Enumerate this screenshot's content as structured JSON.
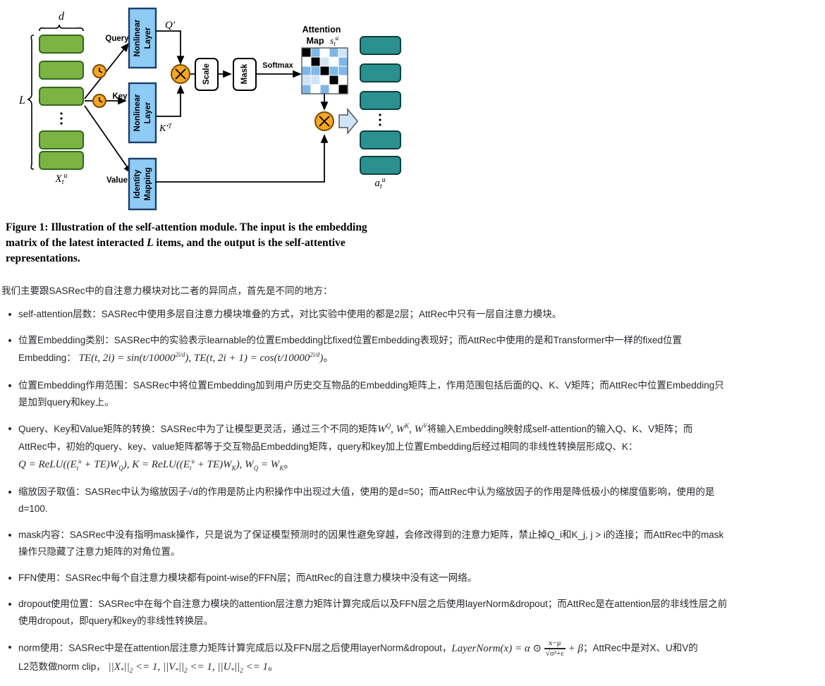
{
  "figure": {
    "alt_title": "self-attention module diagram",
    "input_label": "X_t^u",
    "dim_label": "d",
    "seq_label": "L",
    "output_label": "a_t^u",
    "branch_labels": [
      "Query",
      "Key",
      "Value"
    ],
    "blocks": [
      {
        "name": "nonlinear-layer-query",
        "line1": "Nonlinear",
        "line2": "Layer"
      },
      {
        "name": "nonlinear-layer-key",
        "line1": "Nonlinear",
        "line2": "Layer"
      },
      {
        "name": "identity-mapping",
        "line1": "Identity",
        "line2": "Mapping"
      }
    ],
    "q_prime_label": "Q′",
    "k_prime_label": "K′T",
    "scale_label": "Scale",
    "mask_label": "Mask",
    "softmax_label": "Softmax",
    "attention_map_title_line1": "Attention",
    "attention_map_title_line2": "Map",
    "attention_map_symbol": "s_t^u",
    "colors": {
      "input_block": "#7cb342",
      "input_block_stroke": "#33691e",
      "layer_block": "#8ecbf5",
      "layer_block_stroke": "#1b3f6b",
      "output_block": "#2a9090",
      "output_block_stroke": "#10413f",
      "multiply_circle": "#f5a623",
      "multiply_circle_stroke": "#7a4a00",
      "clock_icon": "#f5a623",
      "arrow_fill": "#cfe4f7",
      "cell_dark": "#000000",
      "cell_white": "#ffffff",
      "cell_mid": "#7fb8e8",
      "cell_light": "#cfe4f7"
    },
    "attention_matrix": [
      [
        "dark",
        "mid",
        "white",
        "mid",
        "light"
      ],
      [
        "white",
        "dark",
        "light",
        "white",
        "mid"
      ],
      [
        "mid",
        "mid",
        "dark",
        "mid",
        "mid"
      ],
      [
        "light",
        "light",
        "white",
        "dark",
        "white"
      ],
      [
        "mid",
        "white",
        "mid",
        "white",
        "dark"
      ]
    ]
  },
  "caption": {
    "prefix": "Figure 1:",
    "text_part1": " Illustration of the self-attention module. The input is the embedding matrix of the latest interacted ",
    "italic_L": "L",
    "text_part2": " items, and the output is the self-attentive representations."
  },
  "body": {
    "intro": "我们主要跟SASRec中的自注意力模块对比二者的异同点，首先是不同的地方：",
    "bullets": [
      {
        "name": "bullet-self-attention-layers",
        "lines": [
          "self-attention层数：SASRec中使用多层自注意力模块堆叠的方式，对比实验中使用的都是2层；AttRec中只有一层自注意力模块。"
        ]
      },
      {
        "name": "bullet-position-embedding-type",
        "lines": [
          "位置Embedding类别：SASRec中的实验表示learnable的位置Embedding比fixed位置Embedding表现好；而AttRec中使用的是和Transformer中一样的fixed位置",
          "Embedding："
        ],
        "formula": "TE(t, 2i) = sin(t/10000^{2i/d}), TE(t, 2i + 1) = cos(t/10000^{2i/d})。"
      },
      {
        "name": "bullet-position-embedding-scope",
        "lines": [
          "位置Embedding作用范围：SASRec中将位置Embedding加到用户历史交互物品的Embedding矩阵上，作用范围包括后面的Q、K、V矩阵；而AttRec中位置Embedding只",
          "是加到query和key上。"
        ]
      },
      {
        "name": "bullet-qkv-transform",
        "lines": [
          "Query、Key和Value矩阵的转换：SASRec中为了让模型更灵活，通过三个不同的矩阵",
          "AttRec中，初始的query、key、value矩阵都等于交互物品Embedding矩阵，query和key加上位置Embedding后经过相同的非线性转换层形成Q、K："
        ],
        "inline_matrices": "W^Q, W^K, W^V",
        "inline_tail": "将输入Embedding映射成self-attention的输入Q、K、V矩阵；而",
        "formula": "Q = ReLU((E_t^u + TE)W_Q), K = ReLU((E_t^u + TE)W_K), W_Q = W_K。"
      },
      {
        "name": "bullet-scaling-factor",
        "lines": [
          "缩放因子取值：SASRec中认为缩放因子√d的作用是防止内积操作中出现过大值，使用的是d=50；而AttRec中认为缩放因子的作用是降低极小的梯度值影响，使用的是",
          "d=100."
        ]
      },
      {
        "name": "bullet-mask-content",
        "lines": [
          "mask内容：SASRec中没有指明mask操作，只是说为了保证模型预测时的因果性避免穿越，会修改得到的注意力矩阵，禁止掉Q_i和K_j, j > i的连接；而AttRec中的mask",
          "操作只隐藏了注意力矩阵的对角位置。"
        ]
      },
      {
        "name": "bullet-ffn-usage",
        "lines": [
          "FFN使用：SASRec中每个自注意力模块都有point-wise的FFN层；而AttRec的自注意力模块中没有这一网络。"
        ]
      },
      {
        "name": "bullet-dropout-position",
        "lines": [
          "dropout使用位置：SASRec中在每个自注意力模块的attention层注意力矩阵计算完成后以及FFN层之后使用layerNorm&dropout；而AttRec是在attention层的非线性层之前",
          "使用dropout，即query和key的非线性转换层。"
        ]
      },
      {
        "name": "bullet-norm-usage",
        "lines": [
          "norm使用：SASRec中是在attention层注意力矩阵计算完成后以及FFN层之后使用layerNorm&dropout，",
          "；AttRec中是对X、U和V的",
          "L2范数做norm clip，"
        ],
        "formula_layernorm": "LayerNorm(x) = α ⊙ (x-μ)/√(σ²+ε) + β",
        "formula_clip": "||X_*||_2 <= 1, ||V_*||_2 <= 1, ||U_*||_2 <= 1。"
      }
    ]
  }
}
